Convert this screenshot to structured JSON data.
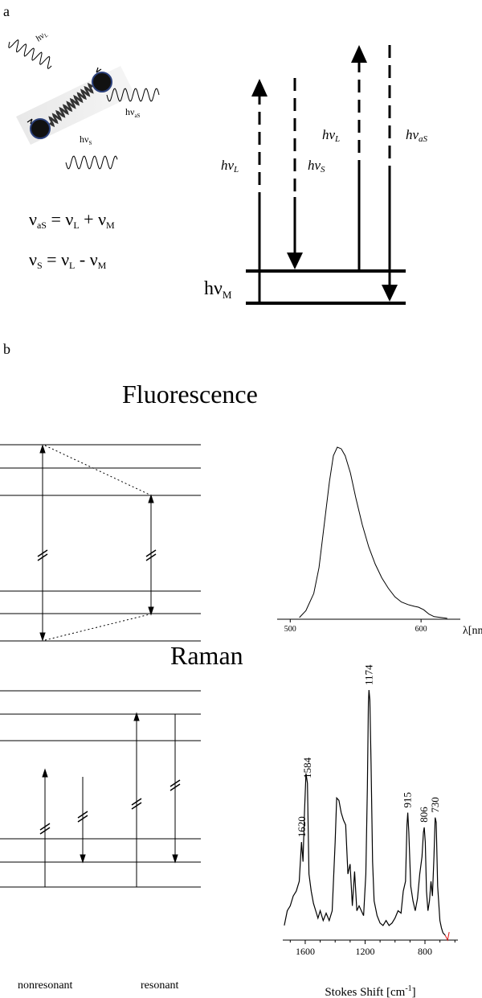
{
  "panel_a": {
    "label": "a",
    "molecule": {
      "photon_in": {
        "h": "h",
        "nu": "ν",
        "sub": "L"
      },
      "photon_as": {
        "h": "h",
        "nu": "ν",
        "sub": "aS"
      },
      "photon_s": {
        "h": "h",
        "nu": "ν",
        "sub": "S"
      }
    },
    "equations": [
      {
        "left": "ν",
        "left_sub": "aS",
        "rhs1": "ν",
        "rhs1_sub": "L",
        "op": "+",
        "rhs2": "ν",
        "rhs2_sub": "M"
      },
      {
        "left": "ν",
        "left_sub": "S",
        "rhs1": "ν",
        "rhs1_sub": "L",
        "op": "-",
        "rhs2": "ν",
        "rhs2_sub": "M"
      }
    ],
    "energy": {
      "arrow_labels": [
        {
          "h": "h",
          "nu": "ν",
          "sub": "L"
        },
        {
          "h": "h",
          "nu": "ν",
          "sub": "S"
        },
        {
          "h": "h",
          "nu": "ν",
          "sub": "L"
        },
        {
          "h": "h",
          "nu": "ν",
          "sub": "aS"
        }
      ],
      "level_label": {
        "h": "h",
        "nu": "ν",
        "sub": "M"
      }
    }
  },
  "panel_b": {
    "label": "b",
    "fluorescence_title": "Fluorescence",
    "raman_title": "Raman",
    "raman_legend": [
      "nonresonant",
      "resonant"
    ]
  },
  "chart_data": [
    {
      "type": "line",
      "title": "",
      "xlabel": "λ[nm]",
      "ylabel": "",
      "xlim": [
        490,
        630
      ],
      "x_ticks": [
        500,
        600
      ],
      "series": [
        {
          "x": [
            507,
            512,
            518,
            522,
            526,
            530,
            533,
            536,
            539,
            542,
            546,
            550,
            555,
            560,
            565,
            570,
            575,
            580,
            585,
            590,
            595,
            598,
            602,
            606,
            610,
            620
          ],
          "y": [
            0.01,
            0.05,
            0.15,
            0.3,
            0.55,
            0.8,
            0.95,
            1.0,
            0.99,
            0.95,
            0.85,
            0.71,
            0.55,
            0.42,
            0.32,
            0.24,
            0.18,
            0.13,
            0.1,
            0.085,
            0.075,
            0.07,
            0.055,
            0.03,
            0.015,
            0.005
          ]
        }
      ]
    },
    {
      "type": "line",
      "title": "",
      "xlabel": "Stokes Shift [cm-1]",
      "ylabel": "",
      "xlim": [
        1750,
        580
      ],
      "x_ticks": [
        1600,
        1200,
        800
      ],
      "peak_labels": [
        {
          "x": 1620,
          "text": "1620"
        },
        {
          "x": 1584,
          "text": "1584"
        },
        {
          "x": 1174,
          "text": "1174"
        },
        {
          "x": 915,
          "text": "915"
        },
        {
          "x": 806,
          "text": "806"
        },
        {
          "x": 730,
          "text": "730"
        }
      ],
      "series": [
        {
          "x": [
            1740,
            1720,
            1700,
            1680,
            1660,
            1640,
            1625,
            1615,
            1605,
            1595,
            1585,
            1575,
            1560,
            1545,
            1530,
            1515,
            1500,
            1480,
            1460,
            1440,
            1420,
            1400,
            1390,
            1375,
            1360,
            1345,
            1330,
            1315,
            1300,
            1285,
            1270,
            1255,
            1240,
            1225,
            1210,
            1195,
            1185,
            1178,
            1174,
            1168,
            1160,
            1150,
            1140,
            1120,
            1100,
            1080,
            1060,
            1040,
            1020,
            1000,
            980,
            960,
            945,
            930,
            920,
            915,
            908,
            895,
            880,
            865,
            850,
            835,
            820,
            810,
            805,
            798,
            790,
            780,
            770,
            760,
            750,
            740,
            732,
            725,
            715,
            700,
            690,
            680,
            665
          ],
          "y": [
            0.04,
            0.1,
            0.12,
            0.16,
            0.18,
            0.22,
            0.38,
            0.3,
            0.5,
            0.66,
            0.62,
            0.25,
            0.18,
            0.13,
            0.1,
            0.07,
            0.1,
            0.06,
            0.09,
            0.06,
            0.1,
            0.38,
            0.56,
            0.55,
            0.5,
            0.47,
            0.45,
            0.25,
            0.29,
            0.12,
            0.26,
            0.1,
            0.12,
            0.1,
            0.08,
            0.25,
            0.6,
            0.95,
            1.0,
            0.96,
            0.7,
            0.3,
            0.14,
            0.08,
            0.05,
            0.04,
            0.06,
            0.04,
            0.05,
            0.07,
            0.1,
            0.09,
            0.18,
            0.22,
            0.45,
            0.5,
            0.42,
            0.2,
            0.14,
            0.1,
            0.15,
            0.25,
            0.32,
            0.42,
            0.44,
            0.38,
            0.18,
            0.1,
            0.14,
            0.22,
            0.16,
            0.32,
            0.48,
            0.46,
            0.2,
            0.06,
            0.03,
            0.01,
            0.0
          ]
        }
      ]
    }
  ]
}
